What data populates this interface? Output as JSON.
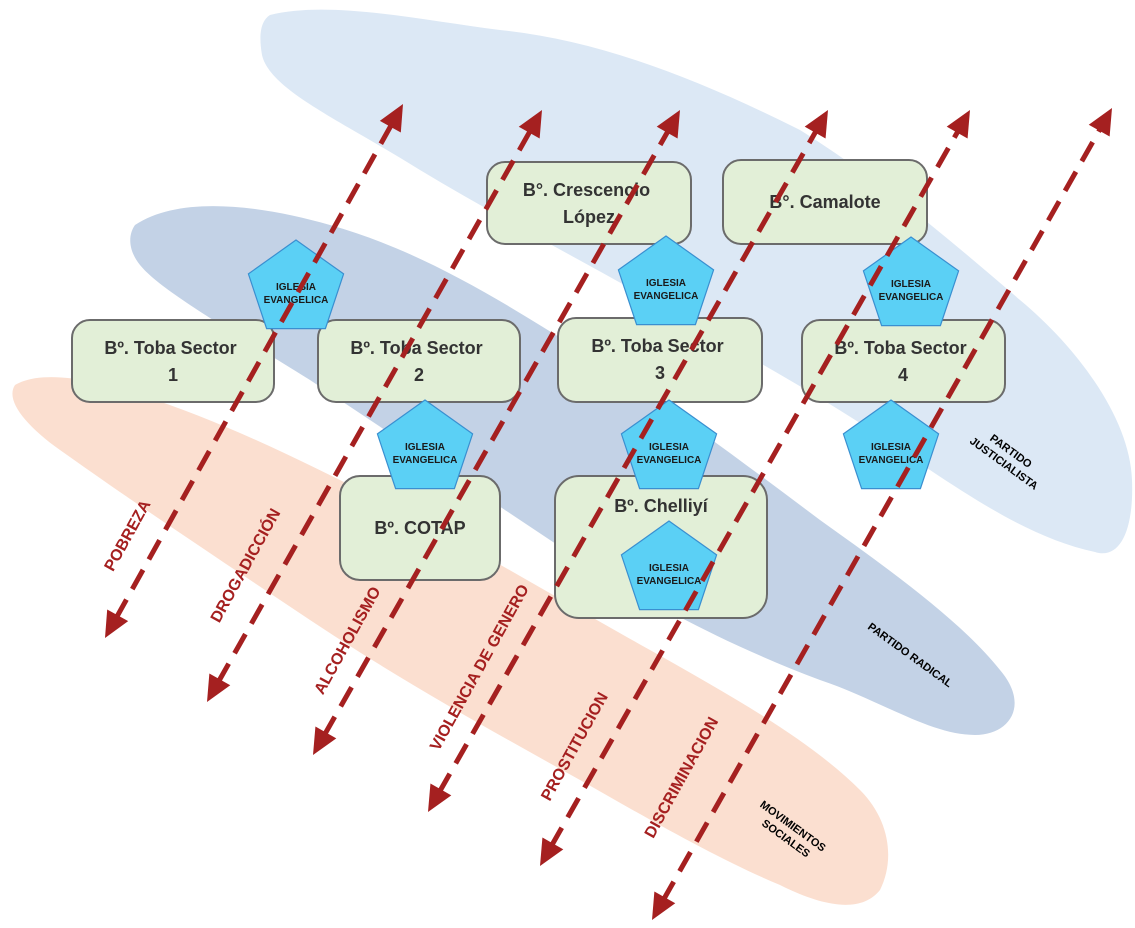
{
  "regions": {
    "justicialista": {
      "label_lines": [
        "PARTIDO",
        "JUSTICIALISTA"
      ],
      "color": "#dce8f5"
    },
    "radical": {
      "label_lines": [
        "PARTIDO RADICAL"
      ],
      "color": "#c3d2e6"
    },
    "movimientos": {
      "label_lines": [
        "MOVIMIENTOS",
        "SOCIALES"
      ],
      "color": "#fbdfd0"
    }
  },
  "barrios": [
    {
      "id": "toba-1",
      "lines": [
        "Bº. Toba Sector",
        "1"
      ]
    },
    {
      "id": "toba-2",
      "lines": [
        "Bº. Toba Sector",
        "2"
      ]
    },
    {
      "id": "toba-3",
      "lines": [
        "Bº. Toba Sector",
        "3"
      ]
    },
    {
      "id": "toba-4",
      "lines": [
        "Bº. Toba Sector",
        "4"
      ]
    },
    {
      "id": "crescencio",
      "lines": [
        "B°. Crescencio",
        "López"
      ]
    },
    {
      "id": "camalote",
      "lines": [
        "B°. Camalote"
      ]
    },
    {
      "id": "cotap",
      "lines": [
        "Bº. COTAP"
      ]
    },
    {
      "id": "chelliyi",
      "lines": [
        "Bº. Chelliyí"
      ]
    }
  ],
  "iglesia": {
    "lines": [
      "IGLESIA",
      "EVANGELICA"
    ],
    "count": 7,
    "color": "#5bd0f5"
  },
  "problemas": [
    {
      "id": "pobreza",
      "label": "POBREZA"
    },
    {
      "id": "drogadiccion",
      "label": "DROGADICCIÓN"
    },
    {
      "id": "alcoholismo",
      "label": "ALCOHOLISMO"
    },
    {
      "id": "violencia",
      "label": "VIOLENCIA DE GENERO"
    },
    {
      "id": "prostitucion",
      "label": "PROSTITUCION"
    },
    {
      "id": "discriminacion",
      "label": "DISCRIMINACION"
    }
  ],
  "colors": {
    "arrow": "#a52020",
    "box_fill": "#e2efd7",
    "box_stroke": "#6b6b6b"
  }
}
